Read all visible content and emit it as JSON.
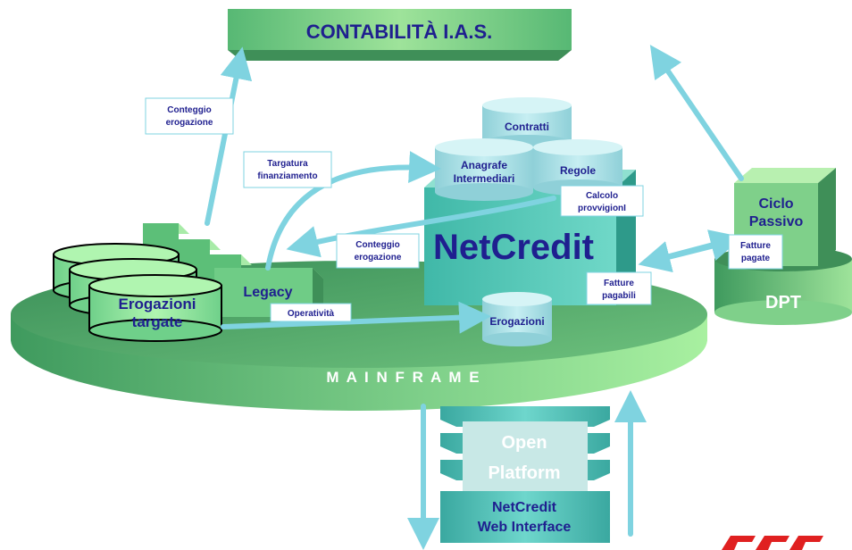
{
  "diagram": {
    "top_banner": "CONTABILITÀ I.A.S.",
    "mainframe_label": "M A I N F R A M E",
    "netcredit_title": "NetCredit",
    "databases": {
      "contratti": "Contratti",
      "anagrafe": [
        "Anagrafe",
        "Intermediari"
      ],
      "regole": "Regole",
      "erogazioni": "Erogazioni",
      "erogazioni_targate": [
        "Erogazioni",
        "targate"
      ]
    },
    "legacy": "Legacy",
    "dpt": "DPT",
    "ciclo_passivo": [
      "Ciclo",
      "Passivo"
    ],
    "open_platform": [
      "Open",
      "Platform"
    ],
    "web_interface": [
      "NetCredit",
      "Web Interface"
    ],
    "labels": {
      "conteggio_top": [
        "Conteggio",
        "erogazione"
      ],
      "targatura": [
        "Targatura",
        "finanziamento"
      ],
      "conteggio_mid": [
        "Conteggio",
        "erogazione"
      ],
      "calcolo": [
        "Calcolo",
        "provvigionI"
      ],
      "fatture_pagate": [
        "Fatture",
        "pagate"
      ],
      "fatture_pagabili": [
        "Fatture",
        "pagabili"
      ],
      "operativita": "Operatività"
    },
    "colors": {
      "green_light": "#8fd88f",
      "green_dark": "#4fa86a",
      "teal": "#48c0b0",
      "arrow": "#7fd3e0",
      "navy": "#1f1f8f",
      "logo_red": "#e02020"
    }
  }
}
